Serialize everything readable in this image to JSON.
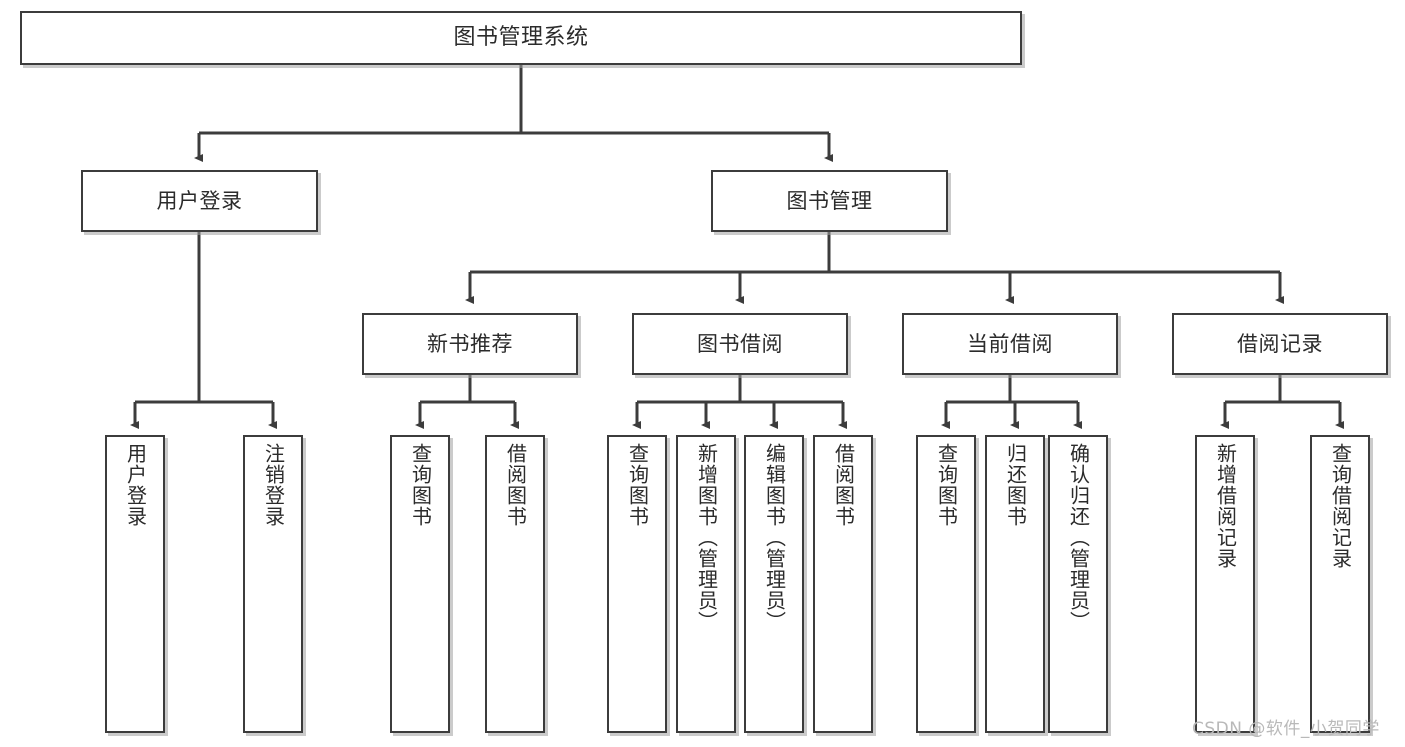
{
  "diagram": {
    "title_node": {
      "label": "图书管理系统"
    },
    "level2": [
      {
        "id": "user-login",
        "label": "用户登录"
      },
      {
        "id": "book-management",
        "label": "图书管理"
      }
    ],
    "level3": [
      {
        "id": "new-book-recommend",
        "label": "新书推荐"
      },
      {
        "id": "book-borrow",
        "label": "图书借阅"
      },
      {
        "id": "current-borrow",
        "label": "当前借阅"
      },
      {
        "id": "borrow-record",
        "label": "借阅记录"
      }
    ],
    "leaves": {
      "user_login": [
        {
          "id": "leaf-user-login",
          "label": "用户登录"
        },
        {
          "id": "leaf-logout-login",
          "label": "注销登录"
        }
      ],
      "new_book_recommend": [
        {
          "id": "leaf-query-book-1",
          "label": "查询图书"
        },
        {
          "id": "leaf-borrow-book-1",
          "label": "借阅图书"
        }
      ],
      "book_borrow": [
        {
          "id": "leaf-query-book-2",
          "label": "查询图书"
        },
        {
          "id": "leaf-add-book",
          "label": "新增图书（管理员）"
        },
        {
          "id": "leaf-edit-book",
          "label": "编辑图书（管理员）"
        },
        {
          "id": "leaf-borrow-book-2",
          "label": "借阅图书"
        }
      ],
      "current_borrow": [
        {
          "id": "leaf-query-book-3",
          "label": "查询图书"
        },
        {
          "id": "leaf-return-book",
          "label": "归还图书"
        },
        {
          "id": "leaf-confirm-return",
          "label": "确认归还（管理员）"
        }
      ],
      "borrow_record": [
        {
          "id": "leaf-add-record",
          "label": "新增借阅记录"
        },
        {
          "id": "leaf-query-record",
          "label": "查询借阅记录"
        }
      ]
    }
  },
  "watermark": {
    "text": "CSDN @软件_小贺同学"
  },
  "colors": {
    "stroke": "#3c3c3c",
    "box_fill": "#ffffff",
    "text": "#2b2b2b",
    "watermark": "#b9b9b9"
  }
}
